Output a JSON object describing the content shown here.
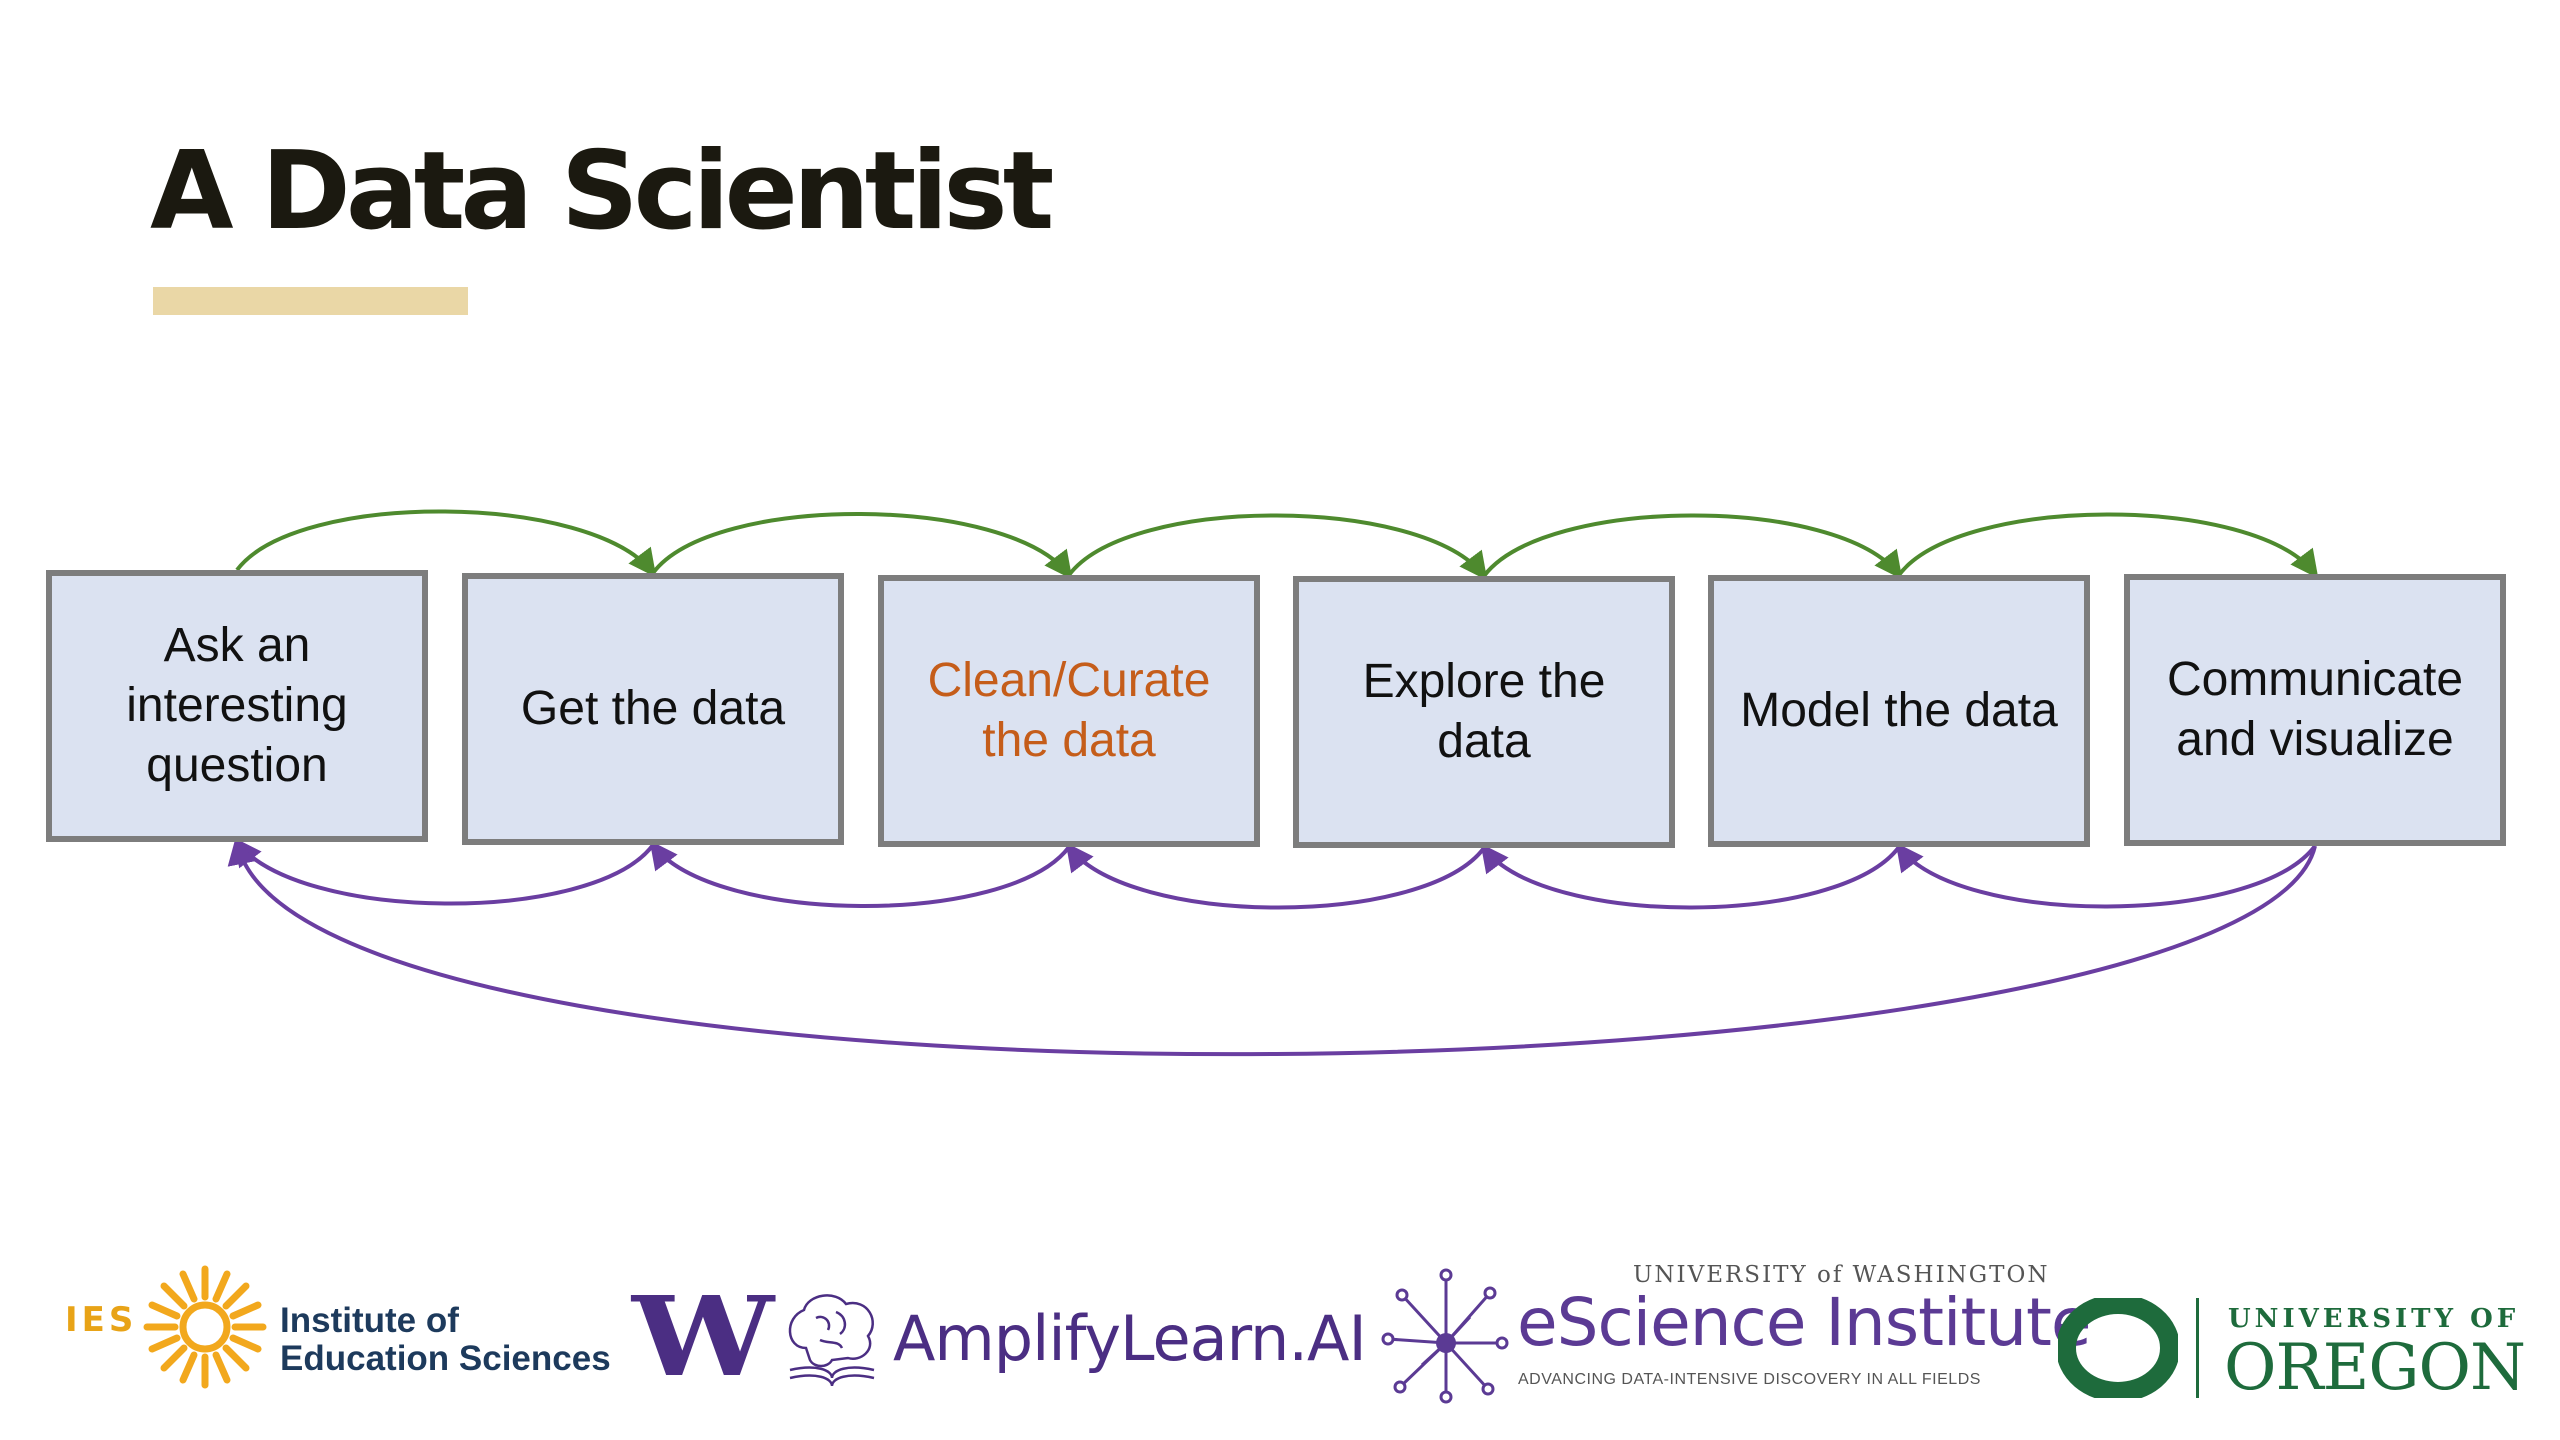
{
  "slide": {
    "title": "A Data Scientist",
    "accent_color": "#ead7a6"
  },
  "steps": [
    {
      "label": "Ask an interesting question"
    },
    {
      "label": "Get the data"
    },
    {
      "label": "Clean/Curate the data",
      "highlight": true
    },
    {
      "label": "Explore the data"
    },
    {
      "label": "Model the data"
    },
    {
      "label": "Communicate and visualize"
    }
  ],
  "colors": {
    "forward_arrows": "#4e8a2e",
    "backward_arrows": "#6a3ea1",
    "box_fill": "#dbe2f1",
    "box_border": "#7d7d7d",
    "highlight_text": "#c55d1a"
  },
  "logos": {
    "ies": {
      "abbr": "IES",
      "name": "Institute of\nEducation Sciences",
      "icon": "sun-icon"
    },
    "uw": {
      "mark": "W"
    },
    "amplify": {
      "name": "AmplifyLearn.AI",
      "icon": "brain-book-icon"
    },
    "escience": {
      "top": "UNIVERSITY of WASHINGTON",
      "name": "eScience Institute",
      "tagline": "ADVANCING DATA-INTENSIVE DISCOVERY IN ALL FIELDS",
      "icon": "network-icon"
    },
    "oregon": {
      "mark": "O",
      "top": "UNIVERSITY OF",
      "name": "OREGON"
    }
  }
}
